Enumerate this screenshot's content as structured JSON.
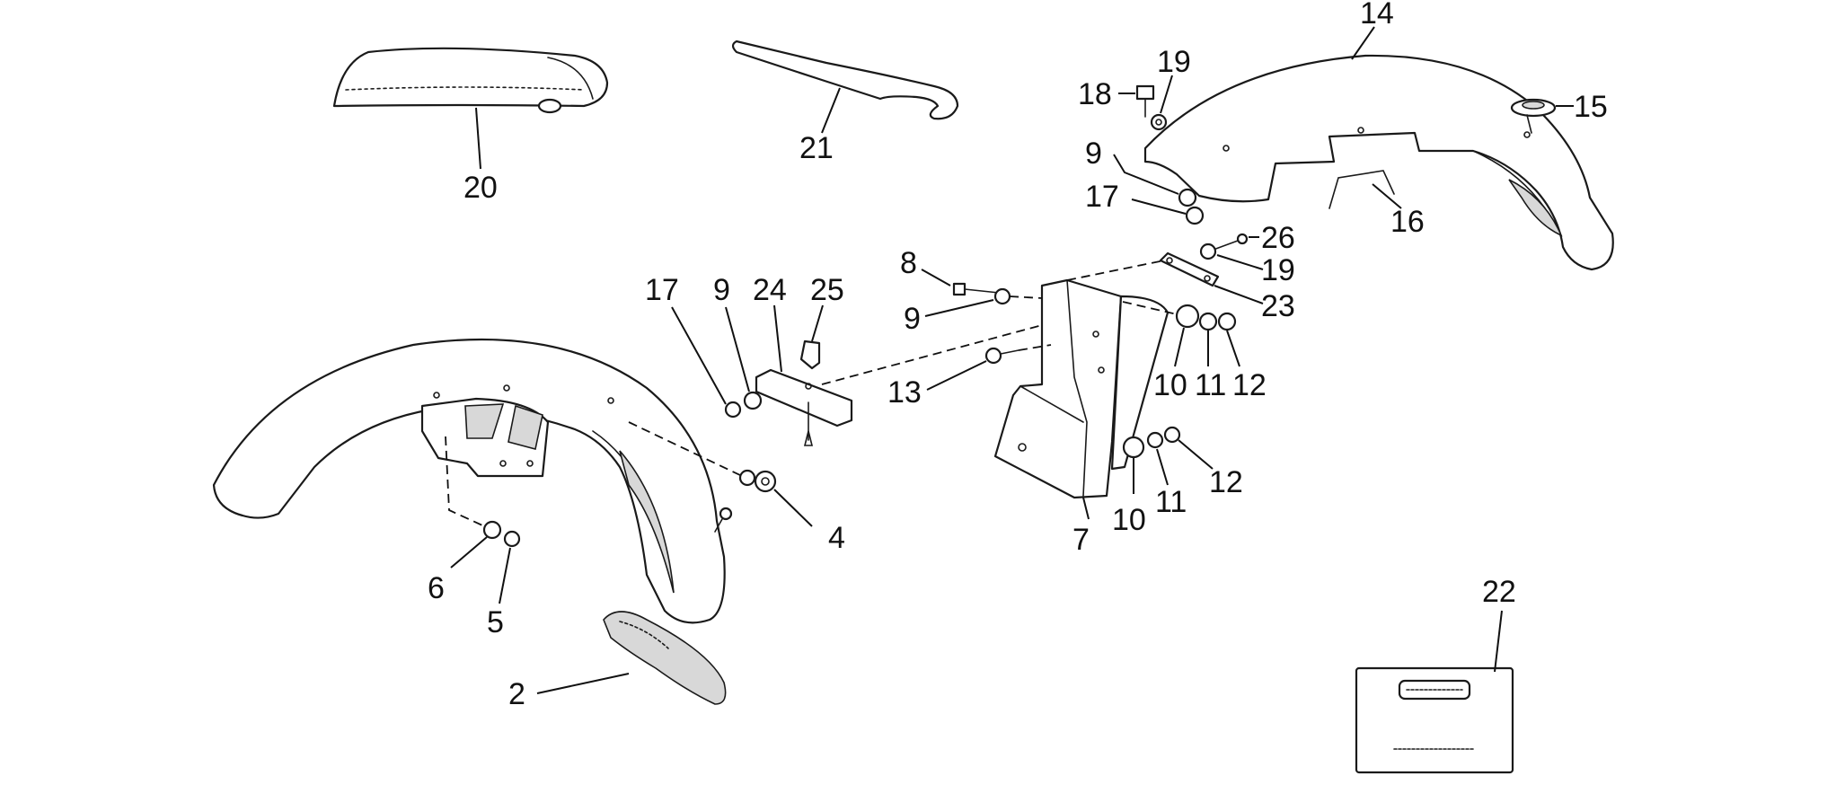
{
  "callouts": {
    "c14": "14",
    "c19a": "19",
    "c18": "18",
    "c15": "15",
    "c9a": "9",
    "c17a": "17",
    "c16": "16",
    "c26": "26",
    "c19b": "19",
    "c23": "23",
    "c8": "8",
    "c9b": "9",
    "c17b": "17",
    "c9c": "9",
    "c24": "24",
    "c25": "25",
    "c10a": "10",
    "c11a": "11",
    "c12a": "12",
    "c13": "13",
    "c21": "21",
    "c20": "20",
    "c4": "4",
    "c6": "6",
    "c5": "5",
    "c2": "2",
    "c7": "7",
    "c10b": "10",
    "c11b": "11",
    "c12b": "12",
    "c22": "22"
  }
}
